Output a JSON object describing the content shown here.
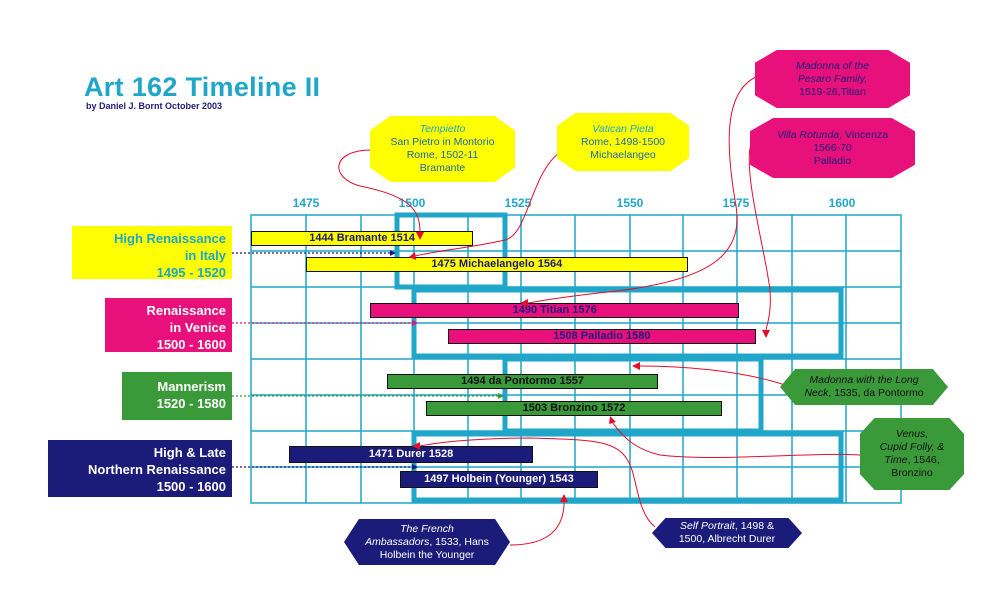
{
  "header": {
    "title": "Art 162 Timeline II",
    "byline": "by Daniel J. Bornt October 2003"
  },
  "axis": {
    "ticks": [
      "1475",
      "1500",
      "1525",
      "1550",
      "1575",
      "1600"
    ]
  },
  "periods": [
    {
      "line1": "High Renaissance",
      "line2": "in Italy",
      "line3": "1495 - 1520",
      "color": "#ffff00",
      "text_color": "#1fa6c8"
    },
    {
      "line1": "Renaissance",
      "line2": "in  Venice",
      "line3": "1500 - 1600",
      "color": "#e8107a",
      "text_color": "#ffffff"
    },
    {
      "line1": "Mannerism",
      "line2": "1520 - 1580",
      "color": "#3a9a3a",
      "text_color": "#ffffff"
    },
    {
      "line1": "High & Late",
      "line2": "Northern Renaissance",
      "line3": "1500 - 1600",
      "color": "#1b1b7a",
      "text_color": "#ffffff"
    }
  ],
  "artists": [
    {
      "label": "1444 Bramante 1514",
      "start": 1444,
      "end": 1514,
      "color": "#ffff00",
      "text_color": "#1f1a7a"
    },
    {
      "label": "1475 Michaelangelo 1564",
      "start": 1475,
      "end": 1564,
      "color": "#ffff00",
      "text_color": "#1f1a7a"
    },
    {
      "label": "1490 Titian 1576",
      "start": 1490,
      "end": 1576,
      "color": "#e8107a",
      "text_color": "#1f1a7a"
    },
    {
      "label": "1508 Palladio 1580",
      "start": 1508,
      "end": 1580,
      "color": "#e8107a",
      "text_color": "#1f1a7a"
    },
    {
      "label": "1494 da Pontormo 1557",
      "start": 1494,
      "end": 1557,
      "color": "#3a9a3a",
      "text_color": "#111111"
    },
    {
      "label": "1503 Bronzino 1572",
      "start": 1503,
      "end": 1572,
      "color": "#3a9a3a",
      "text_color": "#111111"
    },
    {
      "label": "1471 Durer 1528",
      "start": 1471,
      "end": 1528,
      "color": "#1b1b7a",
      "text_color": "#ffffff"
    },
    {
      "label": "1497 Holbein (Younger) 1543",
      "start": 1497,
      "end": 1543,
      "color": "#1b1b7a",
      "text_color": "#ffffff"
    }
  ],
  "annotations": {
    "tempietto": {
      "title": "Tempietto",
      "line1": "San Pietro in Montorio",
      "line2": "Rome, 1502-11",
      "line3": "Bramante"
    },
    "pieta": {
      "title": "Vatican Pieta",
      "line1": "Rome, 1498-1500",
      "line2": "Michaelangeo"
    },
    "pesaro": {
      "title": "Madonna of the",
      "title2": "Pesaro Family,",
      "line1": "1519-26,Titian"
    },
    "rotunda": {
      "title": "Villa Rotunda",
      "rest": ", Vincenza",
      "line1": "1566-70",
      "line2": "Palladio"
    },
    "longneck": {
      "title": "Madonna with the Long",
      "title2": "Neck",
      "rest": ", 1535, da Pontormo"
    },
    "venus": {
      "title": "Venus,",
      "title2": "Cupid Folly, &",
      "title3": "Time",
      "rest": ", 1546,",
      "line1": "Bronzino"
    },
    "ambassadors": {
      "title": "The French",
      "title2": "Ambassadors",
      "rest": ", 1533, Hans",
      "line1": "Holbein the Younger"
    },
    "durer": {
      "title": "Self Portrait",
      "rest": ", 1498 &",
      "line1": "1500, Albrecht Durer"
    }
  }
}
